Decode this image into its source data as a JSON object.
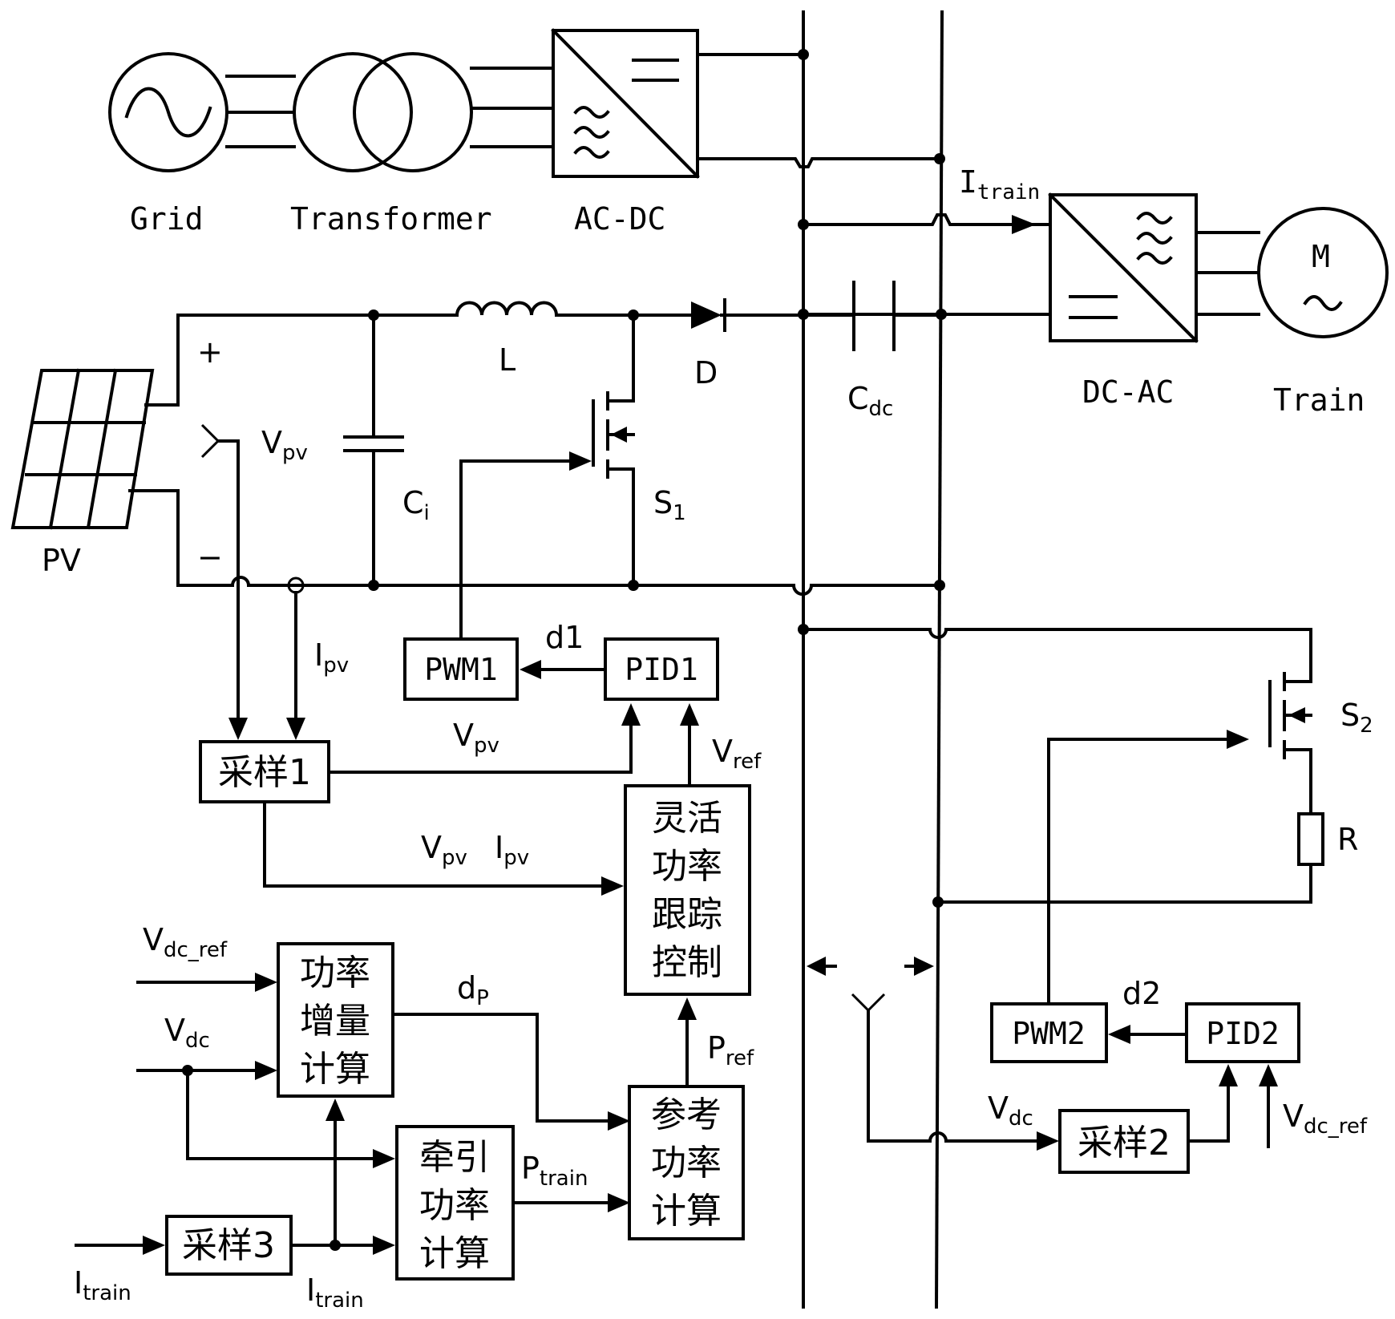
{
  "top": {
    "grid": "Grid",
    "transformer": "Transformer",
    "acdc": "AC-DC",
    "dcac": "DC-AC",
    "train": "Train",
    "motor": "M"
  },
  "pv_circuit": {
    "pv": "PV",
    "plus": "+",
    "minus": "−",
    "inductor": "L",
    "diode": "D",
    "ci": "C",
    "ci_sub": "i",
    "s1": "S",
    "s1_sub": "1",
    "cdc": "C",
    "cdc_sub": "dc",
    "vpv": "V",
    "vpv_sub": "pv",
    "ipv": "I",
    "ipv_sub": "pv"
  },
  "itrain_top": {
    "main": "I",
    "sub": "train"
  },
  "control_blocks": {
    "pwm1": "PWM1",
    "pid1": "PID1",
    "d1": "d1",
    "sample1": "采样1",
    "flex": [
      "灵活",
      "功率",
      "跟踪",
      "控制"
    ],
    "vref": {
      "main": "V",
      "sub": "ref"
    },
    "vpv_mid": {
      "main": "V",
      "sub": "pv"
    },
    "vpv_low": {
      "main": "V",
      "sub": "pv"
    },
    "ipv_low": {
      "main": "I",
      "sub": "pv"
    },
    "power_inc": [
      "功率",
      "增量",
      "计算"
    ],
    "traction": [
      "牵引",
      "功率",
      "计算"
    ],
    "ref_power": [
      "参考",
      "功率",
      "计算"
    ],
    "sample3": "采样3",
    "dp": {
      "main": "d",
      "sub": "P"
    },
    "pref": {
      "main": "P",
      "sub": "ref"
    },
    "ptrain": {
      "main": "P",
      "sub": "train"
    },
    "vdc_ref": {
      "main": "V",
      "sub": "dc_ref"
    },
    "vdc": {
      "main": "V",
      "sub": "dc"
    },
    "itrain_in": {
      "main": "I",
      "sub": "train"
    },
    "itrain_mid": {
      "main": "I",
      "sub": "train"
    }
  },
  "brake": {
    "s2": "S",
    "s2_sub": "2",
    "r": "R",
    "pwm2": "PWM2",
    "pid2": "PID2",
    "d2": "d2",
    "sample2": "采样2",
    "vdc": {
      "main": "V",
      "sub": "dc"
    },
    "vdc_ref": {
      "main": "V",
      "sub": "dc_ref"
    }
  }
}
